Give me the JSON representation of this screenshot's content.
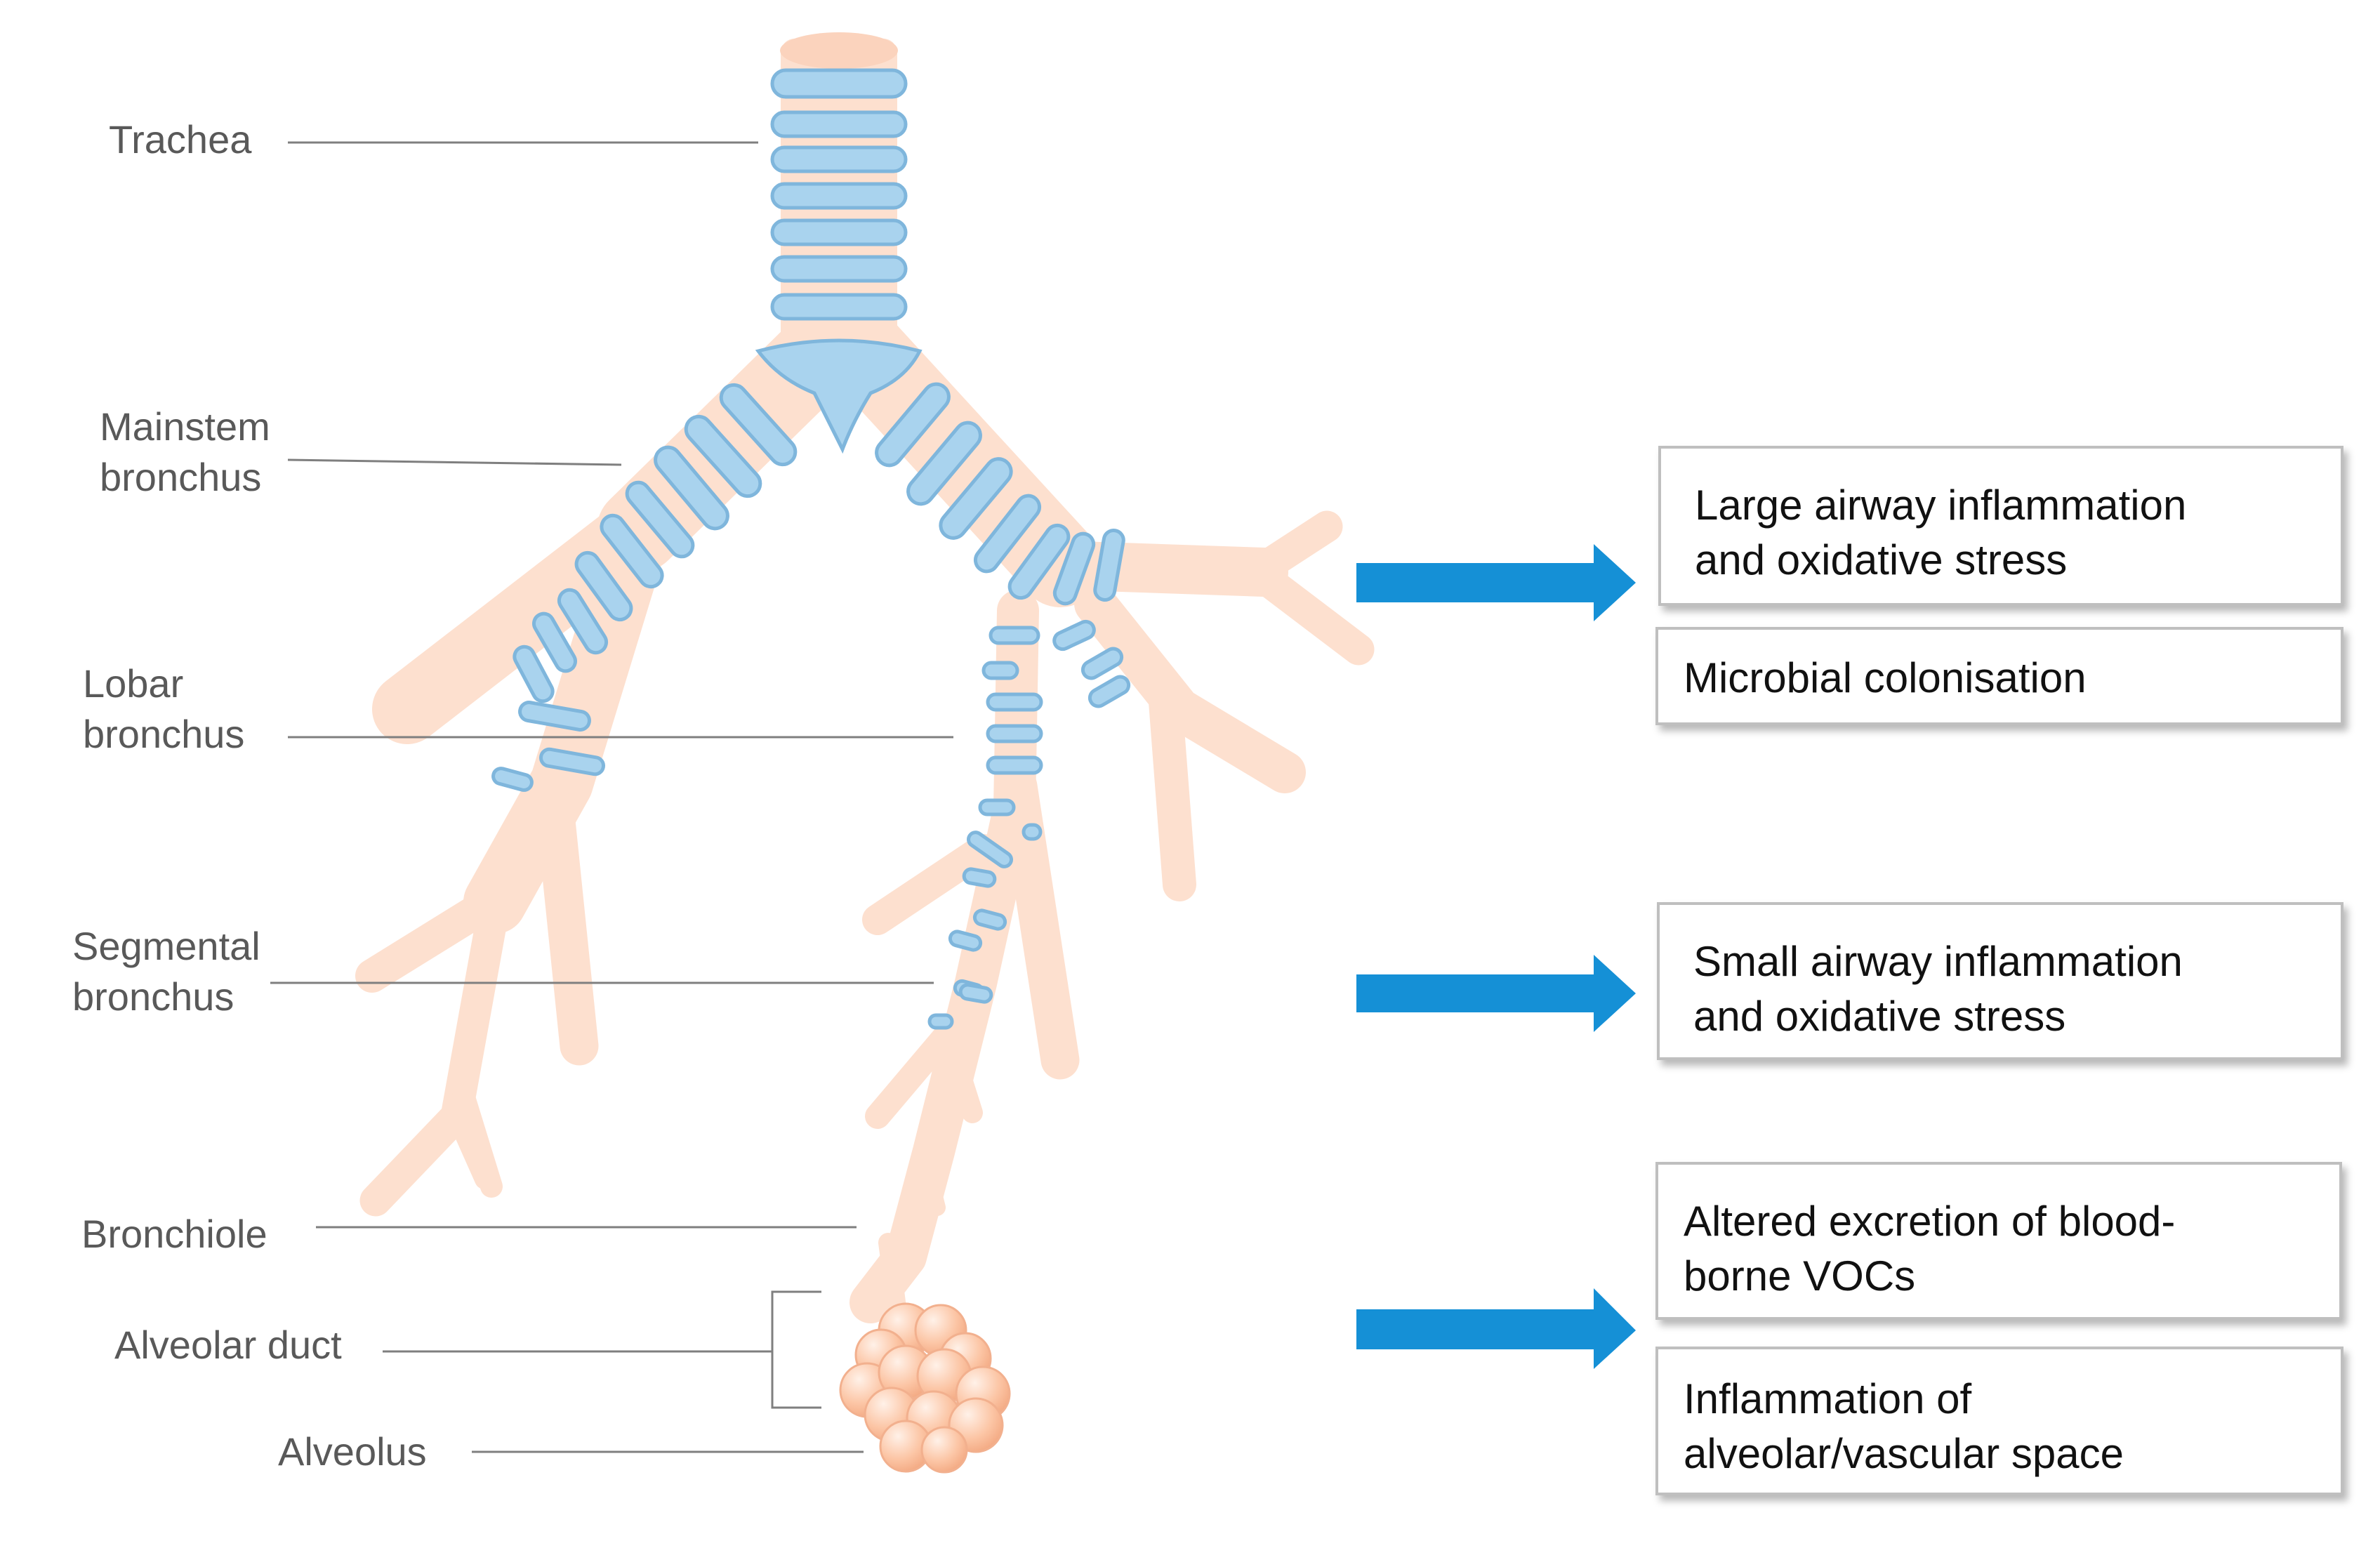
{
  "anatomy": {
    "trachea": "Trachea",
    "mainstem": [
      "Mainstem",
      "bronchus"
    ],
    "lobar": [
      "Lobar",
      "bronchus"
    ],
    "segmental": [
      "Segmental",
      "bronchus"
    ],
    "bronchiole": "Bronchiole",
    "alveolar_duct": "Alveolar duct",
    "alveolus": "Alveolus"
  },
  "effects": {
    "large_airway": [
      "Large airway inflammation",
      "and oxidative stress"
    ],
    "microbial": [
      "Microbial colonisation"
    ],
    "small_airway": [
      "Small airway inflammation",
      "and oxidative stress"
    ],
    "altered_excretion": [
      "Altered excretion of blood-",
      "borne VOCs"
    ],
    "alveolar_inflammation": [
      "Inflammation of",
      "alveolar/vascular space"
    ]
  },
  "colors": {
    "airway": "#fde0cf",
    "cartilage": "#a9d3ee",
    "cartilage_edge": "#7fb6dc",
    "alveolus": "#fcc6a6",
    "arrow": "#1590d6",
    "leader_line": "#7f7f7f"
  }
}
